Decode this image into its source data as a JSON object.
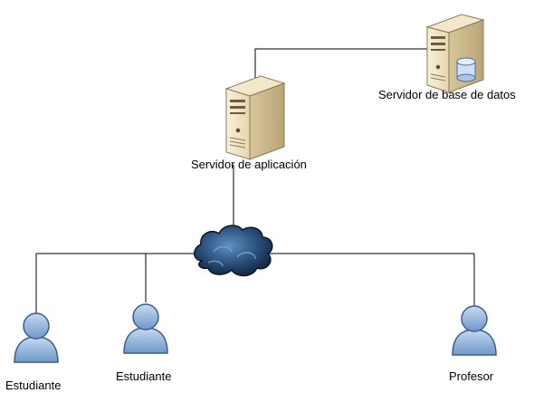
{
  "diagram": {
    "nodes": {
      "db_server": {
        "label": "Servidor de base de datos",
        "icon": "server-tower-database-icon"
      },
      "app_server": {
        "label": "Servidor de aplicación",
        "icon": "server-tower-icon"
      },
      "network": {
        "icon": "cloud-network-icon"
      },
      "student_1": {
        "label": "Estudiante",
        "icon": "user-icon"
      },
      "student_2": {
        "label": "Estudiante",
        "icon": "user-icon"
      },
      "teacher": {
        "label": "Profesor",
        "icon": "user-icon"
      }
    },
    "colors": {
      "line": "#000000",
      "server_body": "#efe3c4",
      "server_shadow": "#cbb98f",
      "user_fill": "#8fb3dd",
      "user_outline": "#3c5e8a",
      "cloud_fill": "#2a4a72",
      "cloud_dark": "#12233a"
    }
  }
}
